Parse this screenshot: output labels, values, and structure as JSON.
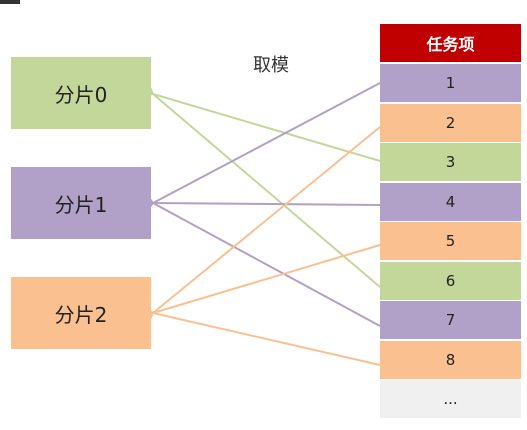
{
  "title": "取模",
  "shards": [
    {
      "label": "分片0"
    },
    {
      "label": "分片1"
    },
    {
      "label": "分片2"
    }
  ],
  "task_header": "任务项",
  "tasks": [
    {
      "label": "1"
    },
    {
      "label": "2"
    },
    {
      "label": "3"
    },
    {
      "label": "4"
    },
    {
      "label": "5"
    },
    {
      "label": "6"
    },
    {
      "label": "7"
    },
    {
      "label": "8"
    },
    {
      "label": "..."
    }
  ],
  "colors": {
    "green": "#c4d79b",
    "purple": "#b1a0c7",
    "orange": "#fac090",
    "header": "#c00000",
    "placeholder": "#f0f0f0"
  }
}
